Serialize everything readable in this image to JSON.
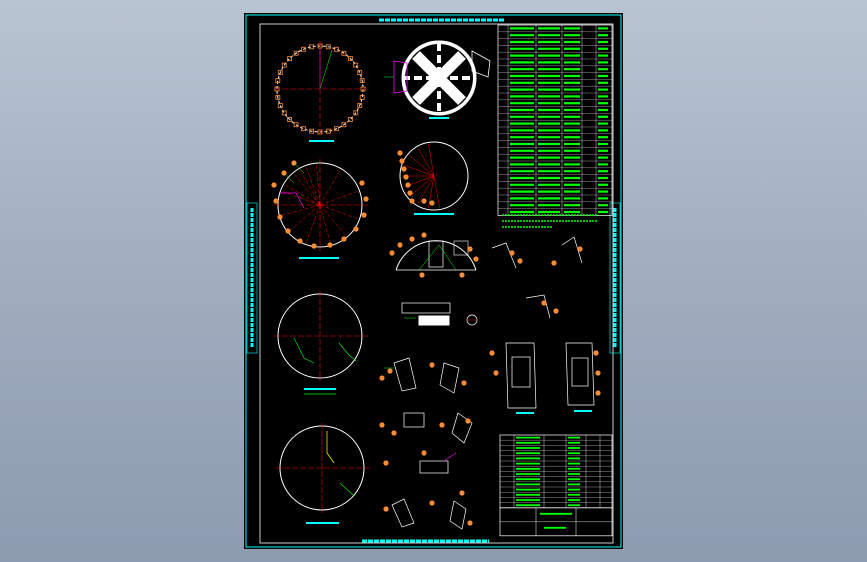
{
  "window": {
    "title": "",
    "background_top": "#b9c4d2",
    "background_bottom": "#8d9bb0"
  },
  "drawing": {
    "paper_color": "#000000",
    "frame_color": "#00ffff",
    "primary_line_color": "#ffffff",
    "dimension_color": "#00ff00",
    "centerline_color": "#ff0000",
    "balloon_color": "#ff8c32",
    "annotation_color": "#ff00ff",
    "accent_color": "#ffff00",
    "views": [
      {
        "name": "bolt-circle-plan-view",
        "label": ""
      },
      {
        "name": "cross-baffle-section-view",
        "label": ""
      },
      {
        "name": "nozzle-orientation-view-a",
        "label": ""
      },
      {
        "name": "nozzle-orientation-view-b",
        "label": ""
      },
      {
        "name": "partial-section-view",
        "label": ""
      },
      {
        "name": "shell-plan-view-c",
        "label": ""
      },
      {
        "name": "shell-plan-view-d",
        "label": ""
      }
    ],
    "tables": {
      "nozzle_table_rows": 28,
      "parts_list_rows": 14
    },
    "text_legibility": "illegible-at-this-resolution"
  }
}
